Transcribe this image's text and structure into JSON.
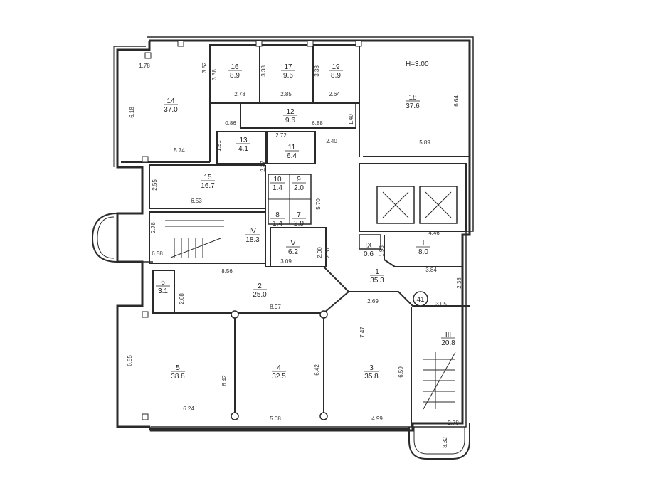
{
  "ceiling_height": "H=3.00",
  "axis_marker": "41",
  "rooms": [
    {
      "id": "room-1",
      "number": "1",
      "area": "35.3"
    },
    {
      "id": "room-2",
      "number": "2",
      "area": "25.0"
    },
    {
      "id": "room-3",
      "number": "3",
      "area": "35.8"
    },
    {
      "id": "room-4",
      "number": "4",
      "area": "32.5"
    },
    {
      "id": "room-5",
      "number": "5",
      "area": "38.8"
    },
    {
      "id": "room-6",
      "number": "6",
      "area": "3.1"
    },
    {
      "id": "room-7",
      "number": "7",
      "area": "2.0"
    },
    {
      "id": "room-8",
      "number": "8",
      "area": "1.4"
    },
    {
      "id": "room-9",
      "number": "9",
      "area": "2.0"
    },
    {
      "id": "room-10",
      "number": "10",
      "area": "1.4"
    },
    {
      "id": "room-11",
      "number": "11",
      "area": "6.4"
    },
    {
      "id": "room-12",
      "number": "12",
      "area": "9.6"
    },
    {
      "id": "room-13",
      "number": "13",
      "area": "4.1"
    },
    {
      "id": "room-14",
      "number": "14",
      "area": "37.0"
    },
    {
      "id": "room-15",
      "number": "15",
      "area": "16.7"
    },
    {
      "id": "room-16",
      "number": "16",
      "area": "8.9"
    },
    {
      "id": "room-17",
      "number": "17",
      "area": "9.6"
    },
    {
      "id": "room-18",
      "number": "18",
      "area": "37.6"
    },
    {
      "id": "room-19",
      "number": "19",
      "area": "8.9"
    },
    {
      "id": "room-I",
      "number": "I",
      "area": "8.0"
    },
    {
      "id": "room-III",
      "number": "III",
      "area": "20.8"
    },
    {
      "id": "room-IV",
      "number": "IV",
      "area": "18.3"
    },
    {
      "id": "room-V",
      "number": "V",
      "area": "6.2"
    },
    {
      "id": "room-IX",
      "number": "IX",
      "area": "0.6"
    }
  ],
  "dimensions": [
    "1.78",
    "3.52",
    "3.38",
    "3.38",
    "3.38",
    "2.78",
    "2.85",
    "2.64",
    "6.18",
    "0.86",
    "6.88",
    "1.40",
    "1.91",
    "2.72",
    "2.40",
    "6.64",
    "5.74",
    "5.89",
    "2.37",
    "2.55",
    "6.53",
    "5.70",
    "2.78",
    "6.58",
    "4.46",
    "1.98",
    "2.00",
    "2.31",
    "3.09",
    "8.56",
    "3.84",
    "2.38",
    "2.68",
    "8.97",
    "2.69",
    "3.05",
    "7.47",
    "6.55",
    "6.42",
    "6.42",
    "6.59",
    "6.24",
    "5.08",
    "4.99",
    "2.78",
    "8.32"
  ]
}
